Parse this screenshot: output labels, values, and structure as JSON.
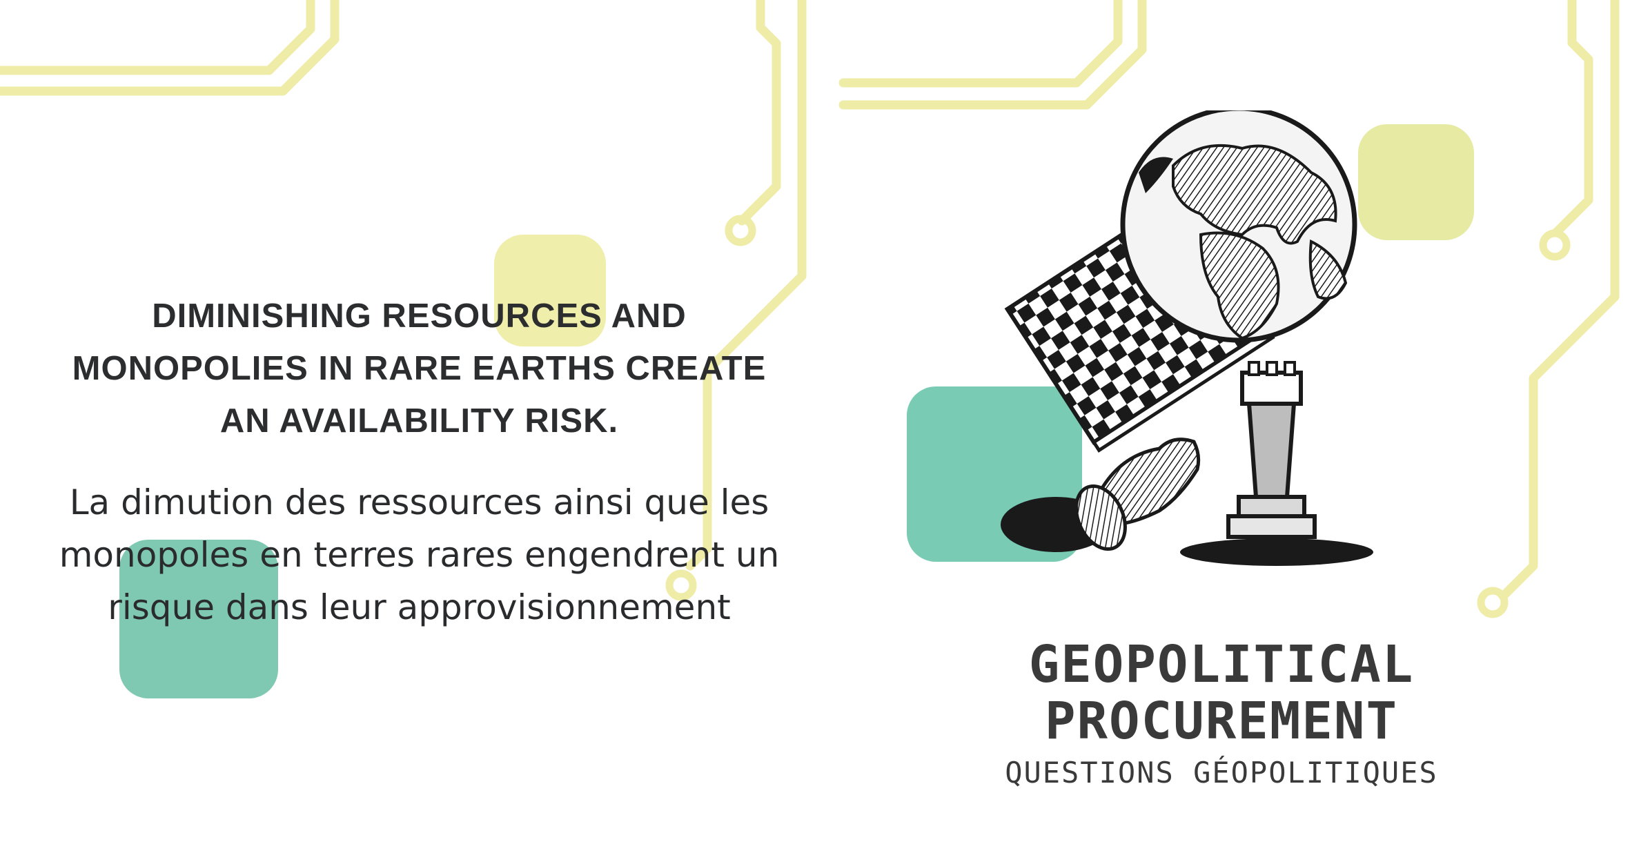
{
  "left_panel": {
    "headline": "DIMINISHING RESOURCES AND\nMONOPOLIES IN RARE EARTHS CREATE\nAN AVAILABILITY RISK.",
    "subtext": "La dimution des ressources ainsi que les\nmonopoles en terres rares engendrent un\nrisque dans leur approvisionnement"
  },
  "right_panel": {
    "title": "GEOPOLITICAL\nPROCUREMENT",
    "subtitle": "QUESTIONS GÉOPOLITIQUES"
  },
  "colors": {
    "circuit_yellow": "#eeeca6",
    "accent_green": "#7fc9b2",
    "accent_yellow": "#efeeaa",
    "text_dark": "#2c2d2f"
  },
  "icons": [
    "circuit-trace",
    "globe-chessboard-illustration",
    "chess-rook-icon",
    "fallen-chess-piece-icon"
  ]
}
